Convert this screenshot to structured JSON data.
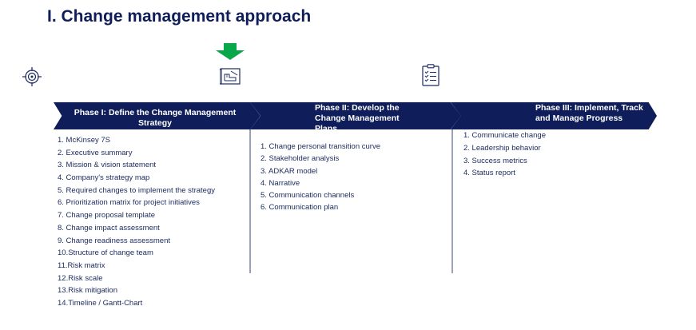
{
  "title": "I. Change management approach",
  "icons": {
    "target": "target-icon",
    "arrow": "down-arrow-icon",
    "blueprint": "blueprint-icon",
    "checklist": "clipboard-checklist-icon"
  },
  "colors": {
    "navy": "#0f1e5a",
    "green": "#0aa64a",
    "divider": "#9aa3b8"
  },
  "phases": [
    {
      "label": "Phase I: Define the Change Management Strategy",
      "items": [
        "1. McKinsey 7S",
        "2. Executive summary",
        "3. Mission & vision statement",
        "4. Company's strategy map",
        "5. Required changes to implement the strategy",
        "6. Prioritization matrix for project initiatives",
        "7. Change proposal template",
        "8. Change impact assessment",
        "9. Change readiness assessment",
        "10.Structure of change team",
        "11.Risk matrix",
        "12.Risk scale",
        "13.Risk mitigation",
        "14.Timeline / Gantt-Chart"
      ]
    },
    {
      "label": "Phase II: Develop the Change Management Plans",
      "items": [
        "1. Change personal transition curve",
        "2. Stakeholder analysis",
        "3. ADKAR model",
        "4. Narrative",
        "5. Communication channels",
        "6. Communication plan"
      ]
    },
    {
      "label": "Phase III: Implement, Track and Manage Progress",
      "items": [
        "1. Communicate change",
        "2. Leadership behavior",
        "3. Success metrics",
        "4. Status report"
      ]
    }
  ]
}
